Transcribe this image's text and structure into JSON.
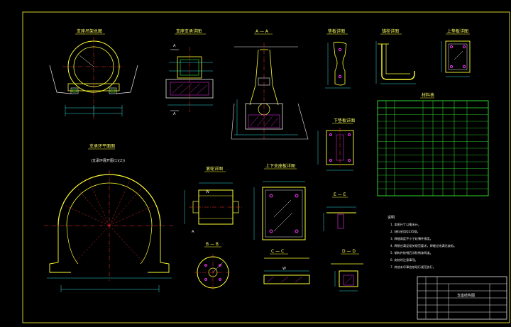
{
  "colors": {
    "background": "#000000",
    "frame": "#ffff33",
    "outline": "#e8e8e8",
    "dimension": "#33dddd",
    "table": "#33ee33",
    "centerline": "#ff3333",
    "hatch": "#ff33ff"
  },
  "views": {
    "support_front": "支座吊架总图",
    "support_side": "支座支承详图",
    "section_aa": "A — A",
    "shim_plate": "垫板详图",
    "anchor_bolt": "锚栓详图",
    "upper_plate": "上垫板详图",
    "lower_plate": "下垫板详图",
    "ring_plan": "支承环平面图",
    "ring_note": "(支承环展开图(1)(2))",
    "roller": "滚轮详图",
    "upper_lower_plate": "上下支座板详图",
    "section_ee": "E — E",
    "section_bb": "B — B",
    "section_cc": "C — C",
    "section_dd": "D — D",
    "material_table": "材料表"
  },
  "section_marks": {
    "a": "A",
    "w": "W"
  },
  "notes_title": "说明",
  "notes": [
    "1. 本图尺寸以毫米计。",
    "2. 材料采用Q235钢。",
    "3. 焊缝高度不小于较薄件厚度。",
    "4. 焊接应满足相关规范要求，焊缝应饱满无缺陷。",
    "5. 钢构件除锈后涂防锈漆两道。",
    "6. 安装时注意事项。",
    "7. 其他未尽事宜按现行规范执行。"
  ],
  "title_block": {
    "drawing_name": "支座结构图"
  }
}
